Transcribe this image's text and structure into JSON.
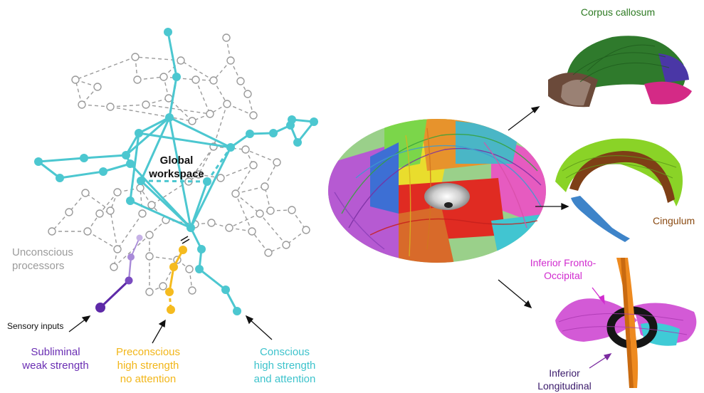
{
  "left_panel": {
    "workspace_label": "Global\nworkspace",
    "unconscious_label": "Unconscious\nprocessors",
    "sensory_label": "Sensory inputs",
    "subliminal_label": "Subliminal\nweak strength",
    "preconscious_label": "Preconscious\nhigh strength\nno attention",
    "conscious_label": "Conscious\nhigh strength\nand attention"
  },
  "right_panel": {
    "corpus_callosum_label": "Corpus callosum",
    "cingulum_label": "Cingulum",
    "ifo_label": "Inferior Fronto-\nOccipital",
    "il_label": "Inferior\nLongitudinal"
  },
  "colors": {
    "conscious": "#4cc7d0",
    "preconscious": "#f5bb1f",
    "subliminal_dark": "#5e2aa8",
    "subliminal_light": "#a88ad8",
    "unconscious": "#9b9b9b"
  }
}
